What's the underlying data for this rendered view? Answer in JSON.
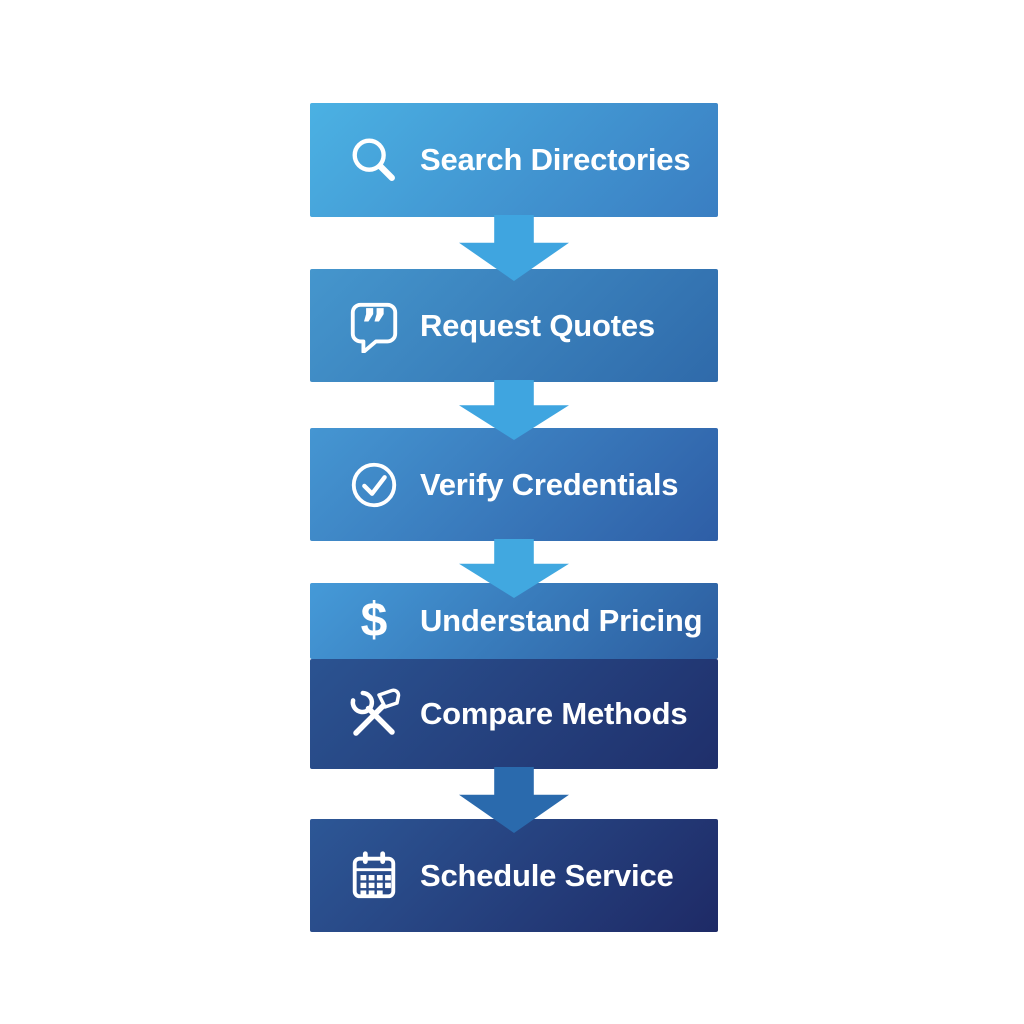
{
  "figure": {
    "background": "#FFFFFF",
    "text_color": "#FFFFFF"
  },
  "steps": [
    {
      "label": "Search Directories",
      "icon": "search-icon",
      "gradient": [
        "#4BB1E3",
        "#3A7EC2"
      ]
    },
    {
      "label": "Request Quotes",
      "icon": "quote-bubble-icon",
      "gradient": [
        "#4596CD",
        "#2F6AAA"
      ]
    },
    {
      "label": "Verify Credentials",
      "icon": "check-circle-icon",
      "gradient": [
        "#4596D2",
        "#2E5EA6"
      ]
    },
    {
      "label": "Understand Pricing",
      "icon": "dollar-icon",
      "icon_glyph": "$",
      "gradient": [
        "#459AD8",
        "#2C5C9E"
      ]
    },
    {
      "label": "Compare Methods",
      "icon": "tools-icon",
      "gradient": [
        "#2B5391",
        "#1F2F6B"
      ]
    },
    {
      "label": "Schedule Service",
      "icon": "calendar-icon",
      "gradient": [
        "#2D5796",
        "#1E2A66"
      ]
    }
  ],
  "arrows": [
    {
      "between": "step-1-and-step-2",
      "color": "#3FA5E0"
    },
    {
      "between": "step-2-and-step-3",
      "color": "#3FA5E0"
    },
    {
      "between": "step-3-and-step-4",
      "color": "#41A8E0"
    },
    {
      "between": "step-5-and-step-6",
      "color": "#2A6AAD"
    }
  ]
}
